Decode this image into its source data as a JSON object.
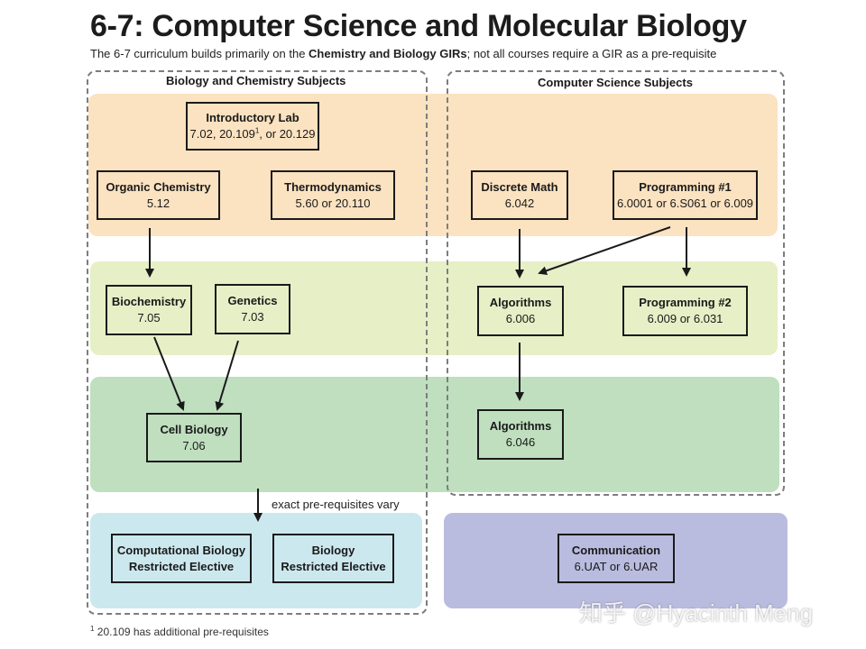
{
  "header": {
    "title": "6-7: Computer Science and Molecular Biology",
    "subtitle_pre": "The 6-7 curriculum builds primarily on the ",
    "subtitle_bold": "Chemistry and Biology GIRs",
    "subtitle_post": "; not all courses require a GIR as a pre-requisite"
  },
  "groups": {
    "bio_label": "Biology and Chemistry Subjects",
    "cs_label": "Computer Science Subjects"
  },
  "nodes": {
    "intro_lab": {
      "title": "Introductory Lab",
      "code_a": "7.02, 20.109",
      "code_sup": "1",
      "code_b": ", or 20.129"
    },
    "organic_chem": {
      "title": "Organic Chemistry",
      "code": "5.12"
    },
    "thermo": {
      "title": "Thermodynamics",
      "code": "5.60 or 20.110"
    },
    "biochem": {
      "title": "Biochemistry",
      "code": "7.05"
    },
    "genetics": {
      "title": "Genetics",
      "code": "7.03"
    },
    "cell_bio": {
      "title": "Cell Biology",
      "code": "7.06"
    },
    "comp_bio": {
      "line1": "Computational Biology",
      "line2": "Restricted Elective"
    },
    "bio_elective": {
      "line1": "Biology",
      "line2": "Restricted Elective"
    },
    "discrete_math": {
      "title": "Discrete Math",
      "code": "6.042"
    },
    "prog1": {
      "title": "Programming #1",
      "code": "6.0001 or 6.S061 or 6.009"
    },
    "algo1": {
      "title": "Algorithms",
      "code": "6.006"
    },
    "prog2": {
      "title": "Programming #2",
      "code": "6.009 or 6.031"
    },
    "algo2": {
      "title": "Algorithms",
      "code": "6.046"
    },
    "communication": {
      "title": "Communication",
      "code": "6.UAT or 6.UAR"
    }
  },
  "note": "exact pre-requisites vary",
  "footnote": {
    "mark": "1",
    "text": " 20.109 has additional pre-requisites"
  },
  "watermark": "知乎 @Hyacinth Meng",
  "colors": {
    "orange_band": "#fbe2c0",
    "lime_band": "#e6efc6",
    "green_band": "#bfdfbf",
    "blue_band": "#cce8ef",
    "purple_band": "#babcdf",
    "border": "#1a1a1a",
    "dashed_border": "#7d7d7d"
  }
}
